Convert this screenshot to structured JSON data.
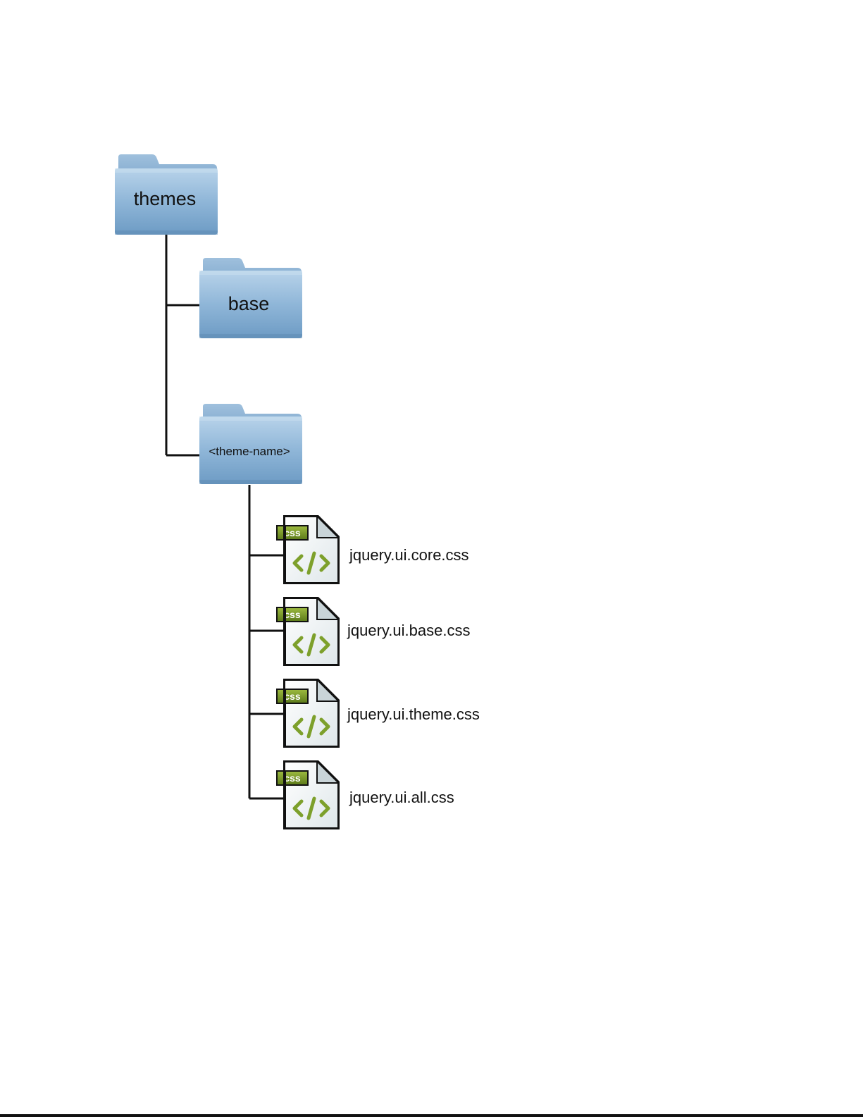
{
  "diagram": {
    "folders": [
      {
        "id": "themes",
        "label": "themes",
        "icon": "folder-icon"
      },
      {
        "id": "base",
        "label": "base",
        "icon": "folder-icon"
      },
      {
        "id": "theme-name",
        "label": "<theme-name>",
        "icon": "folder-icon"
      }
    ],
    "files": [
      {
        "label": "jquery.ui.core.css",
        "badge": "css",
        "icon": "css-file-icon"
      },
      {
        "label": "jquery.ui.base.css",
        "badge": "css",
        "icon": "css-file-icon"
      },
      {
        "label": "jquery.ui.theme.css",
        "badge": "css",
        "icon": "css-file-icon"
      },
      {
        "label": "jquery.ui.all.css",
        "badge": "css",
        "icon": "css-file-icon"
      }
    ],
    "colors": {
      "folder_top": "#a9c8e2",
      "folder_bottom": "#6f9dc6",
      "folder_tab": "#8fb4d4",
      "connector": "#111111",
      "css_badge": "#7a9a2a",
      "code_glyph": "#7da02b",
      "file_body": "#eef3f5"
    }
  }
}
